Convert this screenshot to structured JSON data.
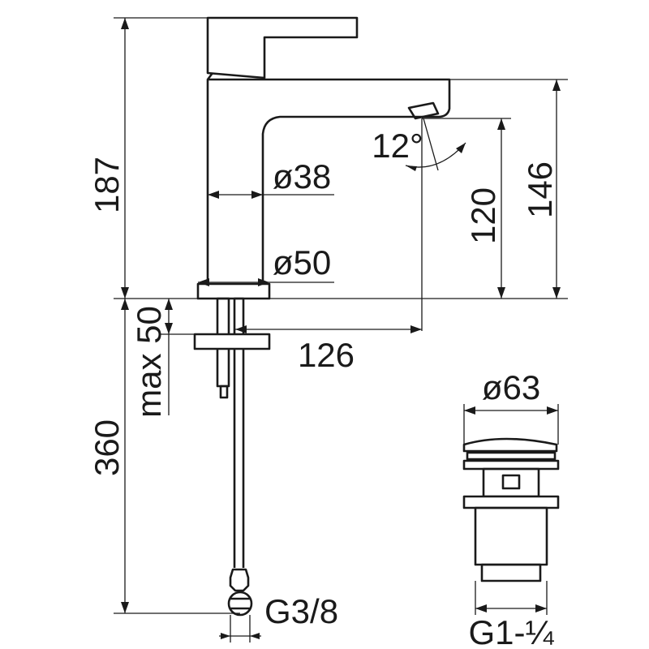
{
  "dimensions": {
    "total_height": "187",
    "spout_height": "146",
    "outlet_height": "120",
    "spout_reach": "126",
    "spout_angle": "12°",
    "body_diameter": "ø38",
    "base_diameter": "ø50",
    "deck_thickness": "max 50",
    "hose_length": "360",
    "hose_connection": "G3/8",
    "waste_diameter": "ø63",
    "waste_thread": "G1-¼"
  }
}
